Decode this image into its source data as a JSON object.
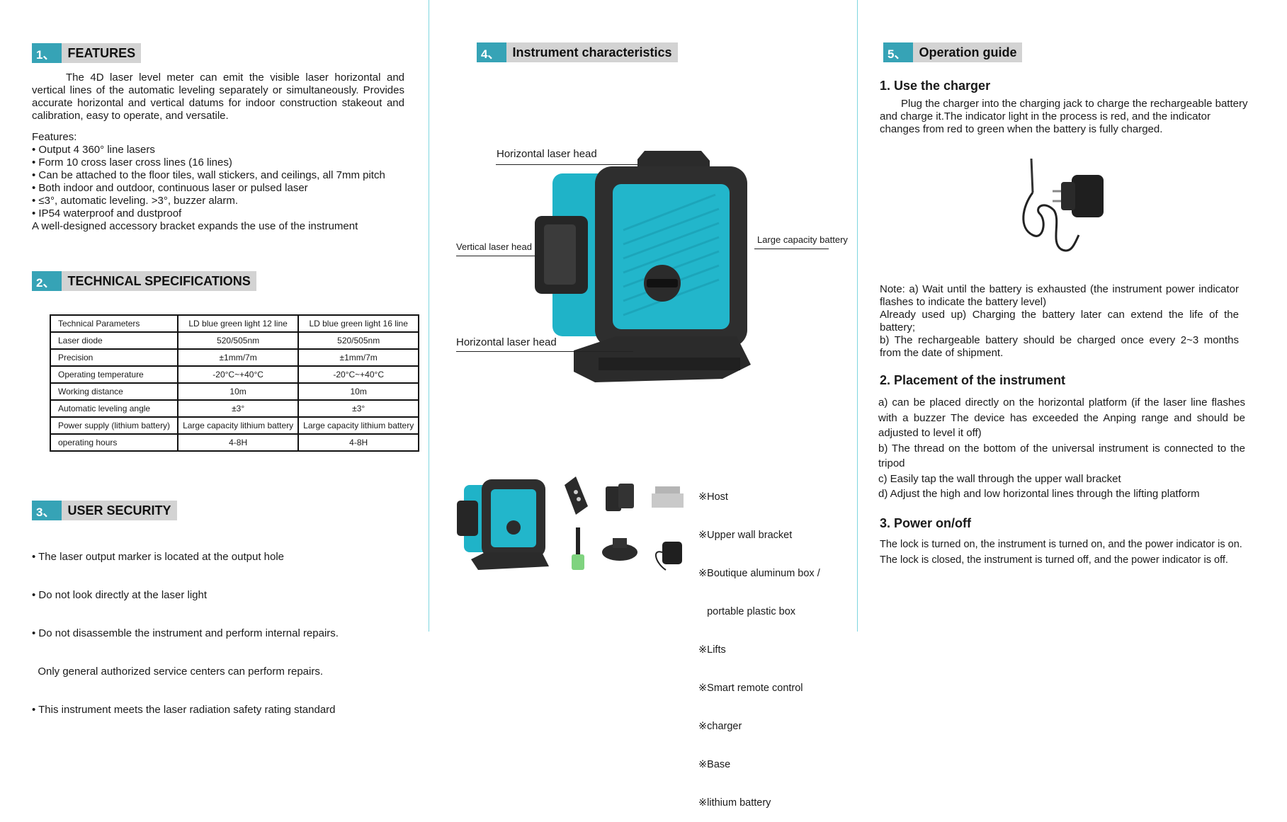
{
  "sections": {
    "features": {
      "num": "1、",
      "title": "FEATURES",
      "intro": "The 4D laser level meter can emit the visible laser horizontal and vertical lines of the automatic leveling separately or simultaneously. Provides accurate horizontal and vertical datums for indoor construction stakeout and calibration, easy to operate, and versatile.",
      "list_title": "Features:",
      "items": [
        "• Output 4 360° line lasers",
        "• Form 10 cross laser cross lines (16 lines)",
        "• Can be attached to the floor tiles, wall stickers, and ceilings, all 7mm pitch",
        "• Both indoor and outdoor, continuous laser or pulsed laser",
        "• ≤3°, automatic leveling. >3°, buzzer alarm.",
        "• IP54 waterproof and dustproof"
      ],
      "closing": "A well-designed accessory bracket expands the use of the instrument"
    },
    "specs": {
      "num": "2、",
      "title": "TECHNICAL SPECIFICATIONS",
      "header": [
        "Technical Parameters",
        "LD blue green light 12 line",
        "LD blue green light 16 line"
      ],
      "rows": [
        [
          "Laser diode",
          "520/505nm",
          "520/505nm"
        ],
        [
          "Precision",
          "±1mm/7m",
          "±1mm/7m"
        ],
        [
          "Operating temperature",
          "-20°C~+40°C",
          "-20°C~+40°C"
        ],
        [
          "Working distance",
          "10m",
          "10m"
        ],
        [
          "Automatic leveling angle",
          "±3°",
          "±3°"
        ],
        [
          "Power supply (lithium battery)",
          "Large capacity lithium battery",
          "Large capacity lithium battery"
        ],
        [
          "operating hours",
          "4-8H",
          "4-8H"
        ]
      ]
    },
    "security": {
      "num": "3、",
      "title": "USER SECURITY",
      "items": [
        "• The laser output marker is located at the output hole",
        "• Do not look directly at the laser light",
        "• Do not disassemble the instrument and perform internal repairs.",
        "  Only general authorized service centers can perform repairs.",
        "• This instrument meets the laser radiation safety rating standard"
      ]
    },
    "characteristics": {
      "num": "4、",
      "title": "Instrument characteristics",
      "labels": {
        "top_head": "Horizontal laser head",
        "vertical_head": "Vertical laser head",
        "battery": "Large capacity battery",
        "bottom_head": "Horizontal laser head"
      },
      "package": [
        "※Host",
        "※Upper wall bracket",
        "※Boutique aluminum box /",
        "   portable plastic box",
        "※Lifts",
        "※Smart remote control",
        "※charger",
        "※Base",
        "※lithium battery"
      ]
    },
    "operation": {
      "num": "5、",
      "title": "Operation guide",
      "charger_title": "1. Use the charger",
      "charger_text": "Plug the charger into the charging jack to charge the rechargeable battery and charge it.The indicator light in the process is red, and the indicator changes from red to green when the battery is fully charged.",
      "note_lines": [
        "Note: a) Wait until the battery is exhausted (the instrument power indicator flashes to indicate the battery level)",
        "Already used up) Charging the battery later can extend the life of the battery;",
        "b) The rechargeable battery should be charged once every 2~3 months from the date of shipment."
      ],
      "placement_title": "2. Placement of the instrument",
      "placement_lines": [
        "a) can be placed directly on the horizontal platform (if the laser line flashes with a buzzer The device has exceeded the Anping range and should be adjusted to level it off)",
        "b) The thread on the bottom of the universal instrument is connected to the tripod",
        "c) Easily tap the wall through the upper wall bracket",
        "d) Adjust the high and low horizontal lines through the lifting platform"
      ],
      "power_title": "3. Power on/off",
      "power_lines": [
        "The lock is turned on, the instrument is turned on, and the power indicator is on.",
        "The lock is closed, the instrument is turned off, and the power indicator is off."
      ]
    }
  },
  "colors": {
    "accent": "#36a3b6",
    "heading_bg": "#d3d3d3",
    "device_teal": "#1fb3c8",
    "device_dark": "#2b2b2b"
  }
}
